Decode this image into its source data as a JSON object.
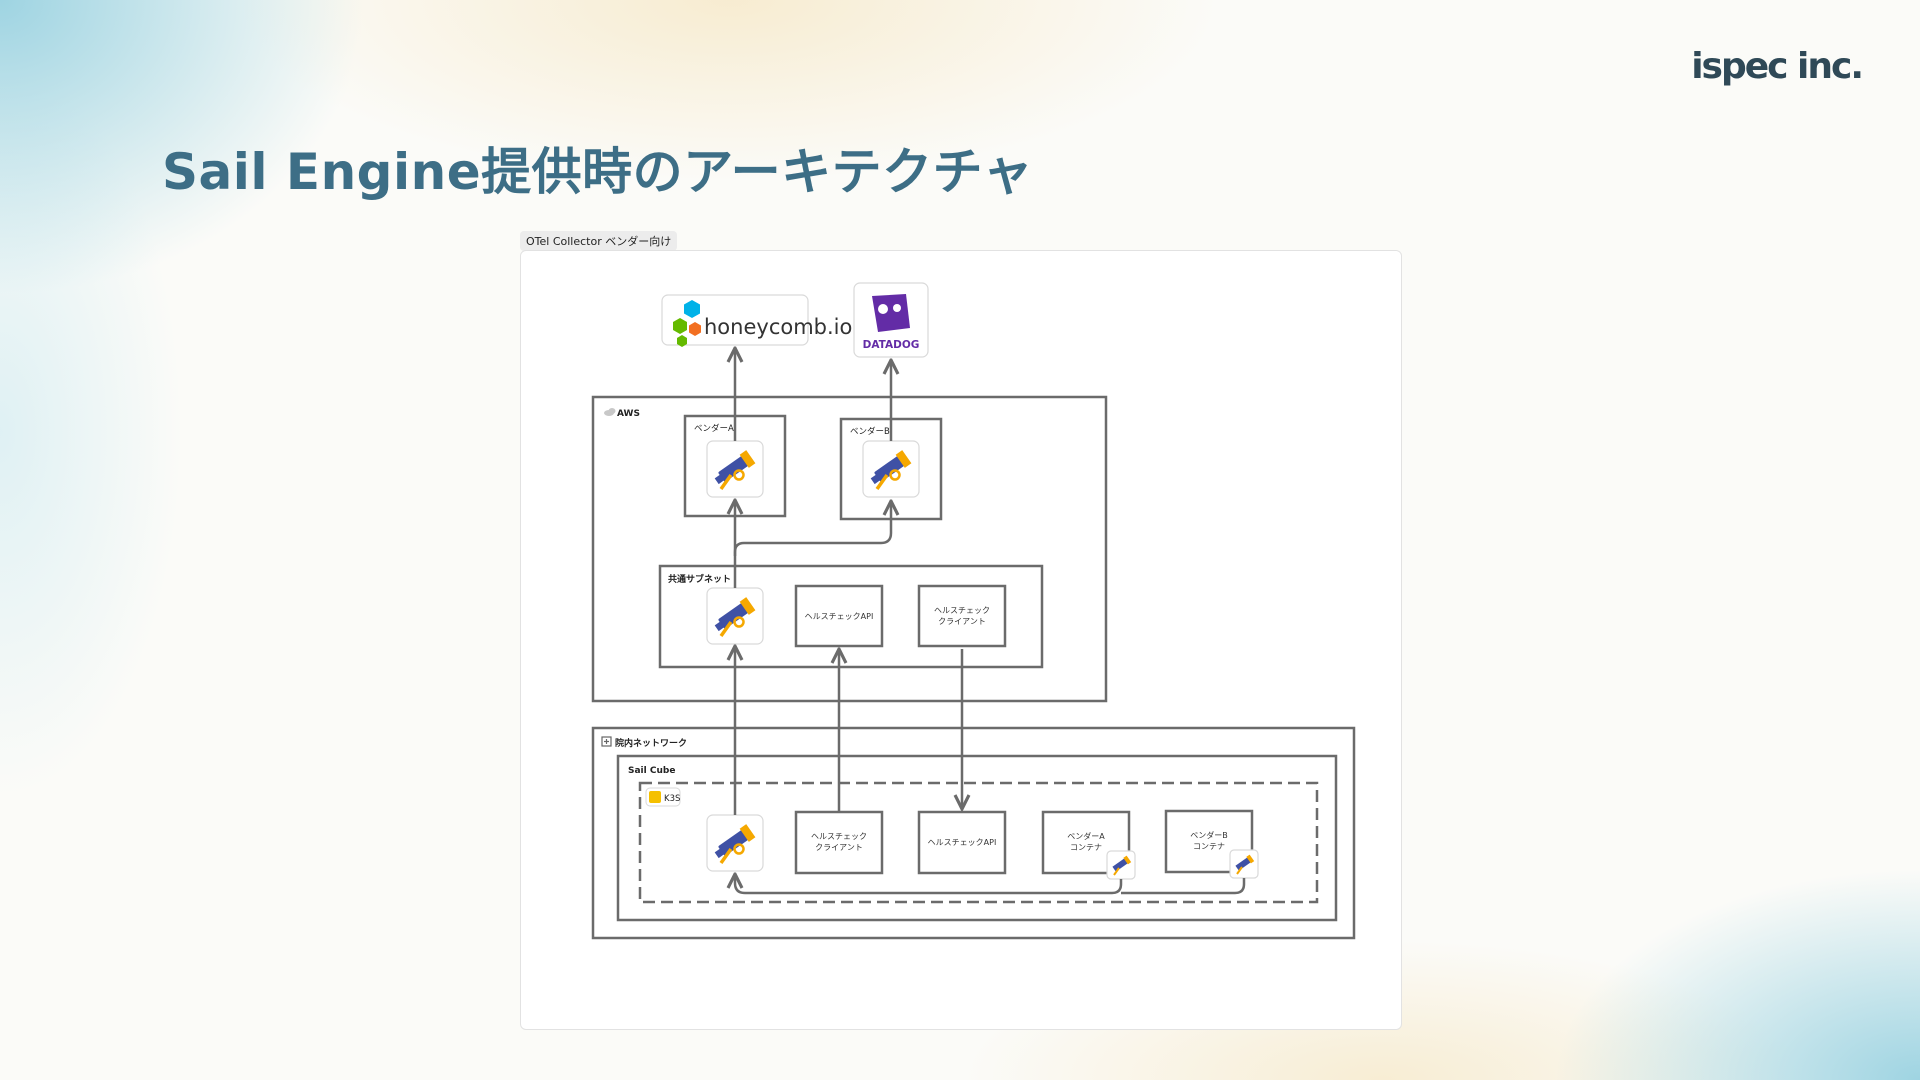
{
  "brand": {
    "logo_text": "ispec inc."
  },
  "slide": {
    "title": "Sail Engine提供時のアーキテクチャ"
  },
  "diagram": {
    "frame_label": "OTel Collector ベンダー向け",
    "external": {
      "honeycomb": "honeycomb.io",
      "datadog": "DATADOG"
    },
    "aws": {
      "label": "AWS",
      "vendor_a": "ベンダーA",
      "vendor_b": "ベンダーB",
      "shared_subnet": "共通サブネット",
      "healthcheck_api": "ヘルスチェックAPI",
      "healthcheck_client_line1": "ヘルスチェック",
      "healthcheck_client_line2": "クライアント"
    },
    "onprem": {
      "label": "院内ネットワーク",
      "sail_cube": "Sail Cube",
      "k3s": "K3S",
      "healthcheck_client_line1": "ヘルスチェック",
      "healthcheck_client_line2": "クライアント",
      "healthcheck_api": "ヘルスチェックAPI",
      "vendor_a_container_line1": "ベンダーA",
      "vendor_a_container_line2": "コンテナ",
      "vendor_b_container_line1": "ベンダーB",
      "vendor_b_container_line2": "コンテナ"
    },
    "icons": [
      "telescope-icon",
      "cloud-icon",
      "hospital-icon",
      "k8s-icon",
      "honeycomb-logo",
      "datadog-logo"
    ],
    "colors": {
      "title": "#3d6e86",
      "line": "#6b6b6b",
      "telescope_blue": "#3f51a5",
      "telescope_yellow": "#f5a800",
      "honeycomb_blue": "#00b2e8",
      "honeycomb_green": "#64ba00",
      "honeycomb_orange": "#f26f21",
      "datadog_purple": "#632ca6"
    }
  }
}
